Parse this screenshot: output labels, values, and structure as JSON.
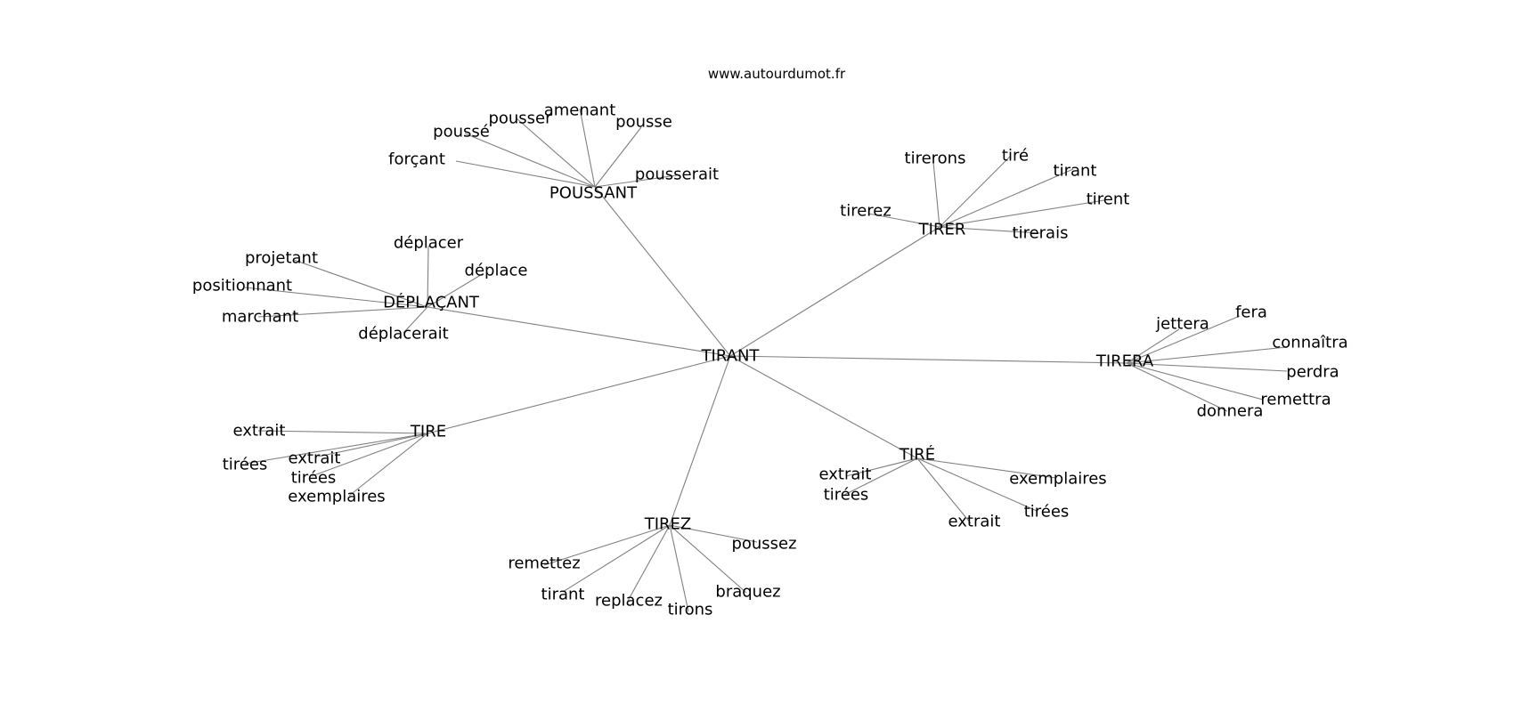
{
  "site": "www.autourdumot.fr",
  "style": {
    "edge_color": "#808080",
    "text_color": "#000000",
    "background": "#ffffff"
  },
  "root": "TIRANT",
  "clusters": [
    {
      "hub": "POUSSANT",
      "words": [
        "forçant",
        "poussé",
        "pousser",
        "amenant",
        "pousse",
        "pousserait"
      ]
    },
    {
      "hub": "TIRER",
      "words": [
        "tirerons",
        "tiré",
        "tirant",
        "tirent",
        "tirerez",
        "tirerais"
      ]
    },
    {
      "hub": "DÉPLAÇANT",
      "words": [
        "déplacer",
        "projetant",
        "déplace",
        "positionnant",
        "marchant",
        "déplacerait"
      ]
    },
    {
      "hub": "TIRERA",
      "words": [
        "jettera",
        "fera",
        "connaîtra",
        "perdra",
        "remettra",
        "donnera"
      ]
    },
    {
      "hub": "TIRE",
      "words": [
        "extrait",
        "tirées",
        "extrait",
        "tirées",
        "exemplaires"
      ]
    },
    {
      "hub": "TIRÉ",
      "words": [
        "extrait",
        "tirées",
        "exemplaires",
        "tirées",
        "extrait"
      ]
    },
    {
      "hub": "TIREZ",
      "words": [
        "remettez",
        "tirant",
        "replacez",
        "tirons",
        "braquez",
        "poussez"
      ]
    }
  ]
}
